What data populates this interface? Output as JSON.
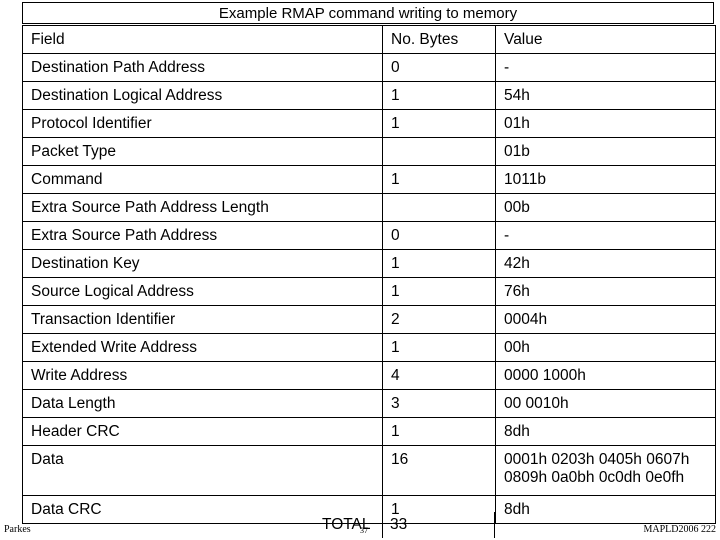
{
  "title": "Example RMAP command writing to memory",
  "headers": {
    "field": "Field",
    "bytes": "No. Bytes",
    "value": "Value"
  },
  "rows": [
    {
      "field": "Destination Path Address",
      "bytes": "0",
      "value": "-"
    },
    {
      "field": "Destination Logical Address",
      "bytes": "1",
      "value": "54h"
    },
    {
      "field": "Protocol Identifier",
      "bytes": "1",
      "value": "01h"
    },
    {
      "field": "Packet Type",
      "bytes": "",
      "value": "01b"
    },
    {
      "field": "Command",
      "bytes": "1",
      "value": "1011b"
    },
    {
      "field": "Extra Source Path Address Length",
      "bytes": "",
      "value": "00b"
    },
    {
      "field": "Extra Source Path Address",
      "bytes": "0",
      "value": "-"
    },
    {
      "field": "Destination Key",
      "bytes": "1",
      "value": "42h"
    },
    {
      "field": "Source Logical Address",
      "bytes": "1",
      "value": "76h"
    },
    {
      "field": "Transaction Identifier",
      "bytes": "2",
      "value": "0004h"
    },
    {
      "field": "Extended Write Address",
      "bytes": "1",
      "value": "00h"
    },
    {
      "field": "Write Address",
      "bytes": "4",
      "value": "0000 1000h"
    },
    {
      "field": "Data Length",
      "bytes": "3",
      "value": "00 0010h"
    },
    {
      "field": "Header CRC",
      "bytes": "1",
      "value": "8dh"
    },
    {
      "field": "Data",
      "bytes": "16",
      "value_lines": [
        "0001h 0203h 0405h 0607h",
        "0809h 0a0bh 0c0dh 0e0fh"
      ]
    },
    {
      "field": "Data CRC",
      "bytes": "1",
      "value": "8dh"
    }
  ],
  "total": {
    "label": "TOTAL",
    "value": "33"
  },
  "footer": {
    "left": "Parkes",
    "page": "37",
    "right": "MAPLD2006 222"
  }
}
